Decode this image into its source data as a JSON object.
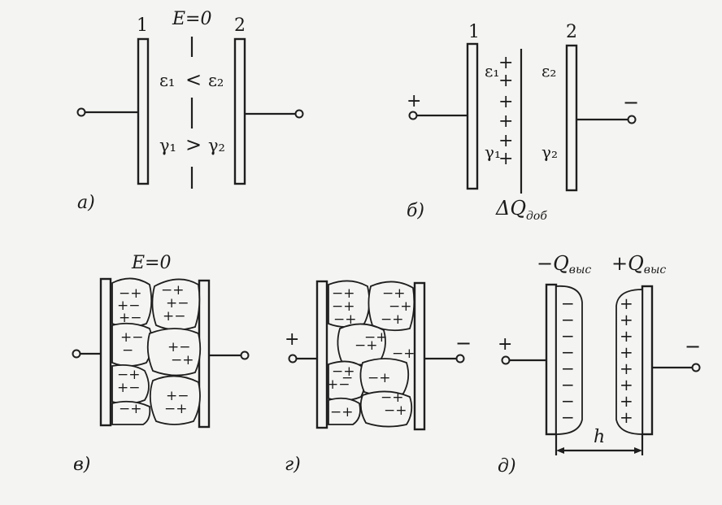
{
  "panel_a": {
    "label": "а)",
    "plate1": "1",
    "plate2": "2",
    "field": "E=0",
    "eps1": "ε₁",
    "lt": "<",
    "eps2": "ε₂",
    "gam1": "γ₁",
    "gt": ">",
    "gam2": "γ₂"
  },
  "panel_b": {
    "label": "б)",
    "plate1": "1",
    "plate2": "2",
    "eps1": "ε₁",
    "eps2": "ε₂",
    "gam1": "γ₁",
    "gam2": "γ₂",
    "plus_terminal": "+",
    "minus_terminal": "−",
    "dq_main": "ΔQ",
    "dq_sub": "доб"
  },
  "panel_v": {
    "label": "в)",
    "field": "E=0"
  },
  "panel_g": {
    "label": "г)",
    "plus_terminal": "+",
    "minus_terminal": "−"
  },
  "panel_d": {
    "label": "д)",
    "q_neg_main": "−Q",
    "q_neg_sub": "выс",
    "q_pos_main": "+Q",
    "q_pos_sub": "выс",
    "plus_terminal": "+",
    "minus_terminal": "−",
    "distance": "h"
  }
}
